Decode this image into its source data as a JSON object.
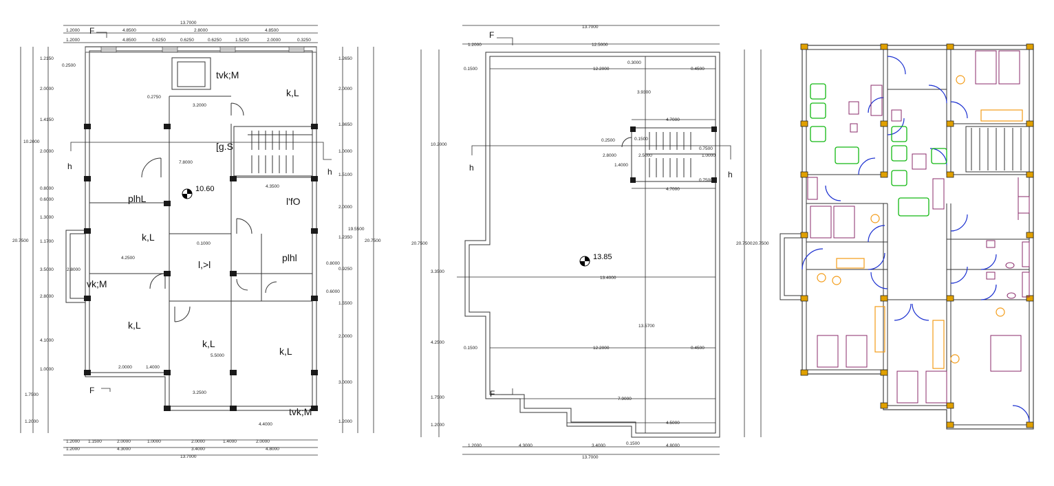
{
  "plan_left": {
    "top_dims": {
      "overall": "13.7000",
      "row1": [
        "1.2000",
        "4.8500",
        "2.8000",
        "4.8500"
      ],
      "row2": [
        "1.2000",
        "4.8500",
        "0.6250",
        "0.6250",
        "0.6250",
        "1.5250",
        "2.0000",
        "0.3250"
      ]
    },
    "bottom_dims": {
      "overall": "13.7000",
      "row1": [
        "1.2000",
        "4.3000",
        "3.4000",
        "4.8000"
      ],
      "row2": [
        "1.2000",
        "1.1500",
        "2.0000",
        "1.0000",
        "2.0000",
        "1.4000",
        "2.0000"
      ]
    },
    "left_dims": {
      "overall": "20.7500",
      "segments": [
        "1.2150",
        "2.0000",
        "1.4150",
        "2.0000",
        "0.8000",
        "0.6000",
        "1.3000",
        "1.1700",
        "3.5000",
        "2.8000",
        "4.1000",
        "1.0000",
        "1.7500",
        "1.2000"
      ],
      "sub": "10.2000"
    },
    "right_dims": {
      "overall": "20.7500",
      "segments": [
        "1.2650",
        "2.0000",
        "1.8650",
        "1.0000",
        "1.5100",
        "2.0000",
        "1.2350",
        "0.8000",
        "0.9250",
        "0.6000",
        "1.5500",
        "2.0000",
        "3.0000",
        "1.2000"
      ],
      "sub": "19.5500"
    },
    "rooms": [
      "tvk;M",
      "k,L",
      "[g.S",
      "plhL",
      "l'fO",
      "k,L",
      "l,>l",
      "plhl",
      "k,L",
      "k,L",
      "k,L",
      "tvk;M",
      "vk;M"
    ],
    "level": "10.60",
    "section_mark": "F",
    "arrow_mark": "h",
    "inner_dims": [
      "0.2500",
      "4.2500",
      "2.0000",
      "1.4000",
      "3.2000",
      "2.8000",
      "7.8000",
      "4.3500",
      "3.2500",
      "5.5000",
      "4.4000",
      "0.1000",
      "0.2750"
    ]
  },
  "plan_middle": {
    "top_dims": {
      "overall": "13.7000",
      "row": [
        "1.2000",
        "12.5000"
      ]
    },
    "bottom_dims": {
      "overall": "13.7000",
      "row": [
        "1.2000",
        "4.3000",
        "3.4000",
        "4.8000"
      ]
    },
    "left_dims": {
      "overall": "20.7500",
      "segments": [
        "10.2000",
        "3.3500",
        "4.2500",
        "1.7500",
        "1.2000"
      ]
    },
    "right_dims": {
      "overall": "20.7500",
      "extra": "20.7500"
    },
    "inner_dims": [
      "0.1500",
      "12.2000",
      "0.4500",
      "0.3000",
      "3.9300",
      "4.7000",
      "0.2500",
      "0.1500",
      "2.8000",
      "1.4000",
      "2.5000",
      "4.7000",
      "13.4000",
      "13.5700",
      "0.1500",
      "12.2000",
      "0.4500",
      "7.9000",
      "4.5000",
      "0.1500"
    ],
    "stair_dims": [
      "0.7500",
      "1.0000",
      "0.7500"
    ],
    "level": "13.85",
    "section_mark": "F",
    "arrow_mark": "h"
  }
}
